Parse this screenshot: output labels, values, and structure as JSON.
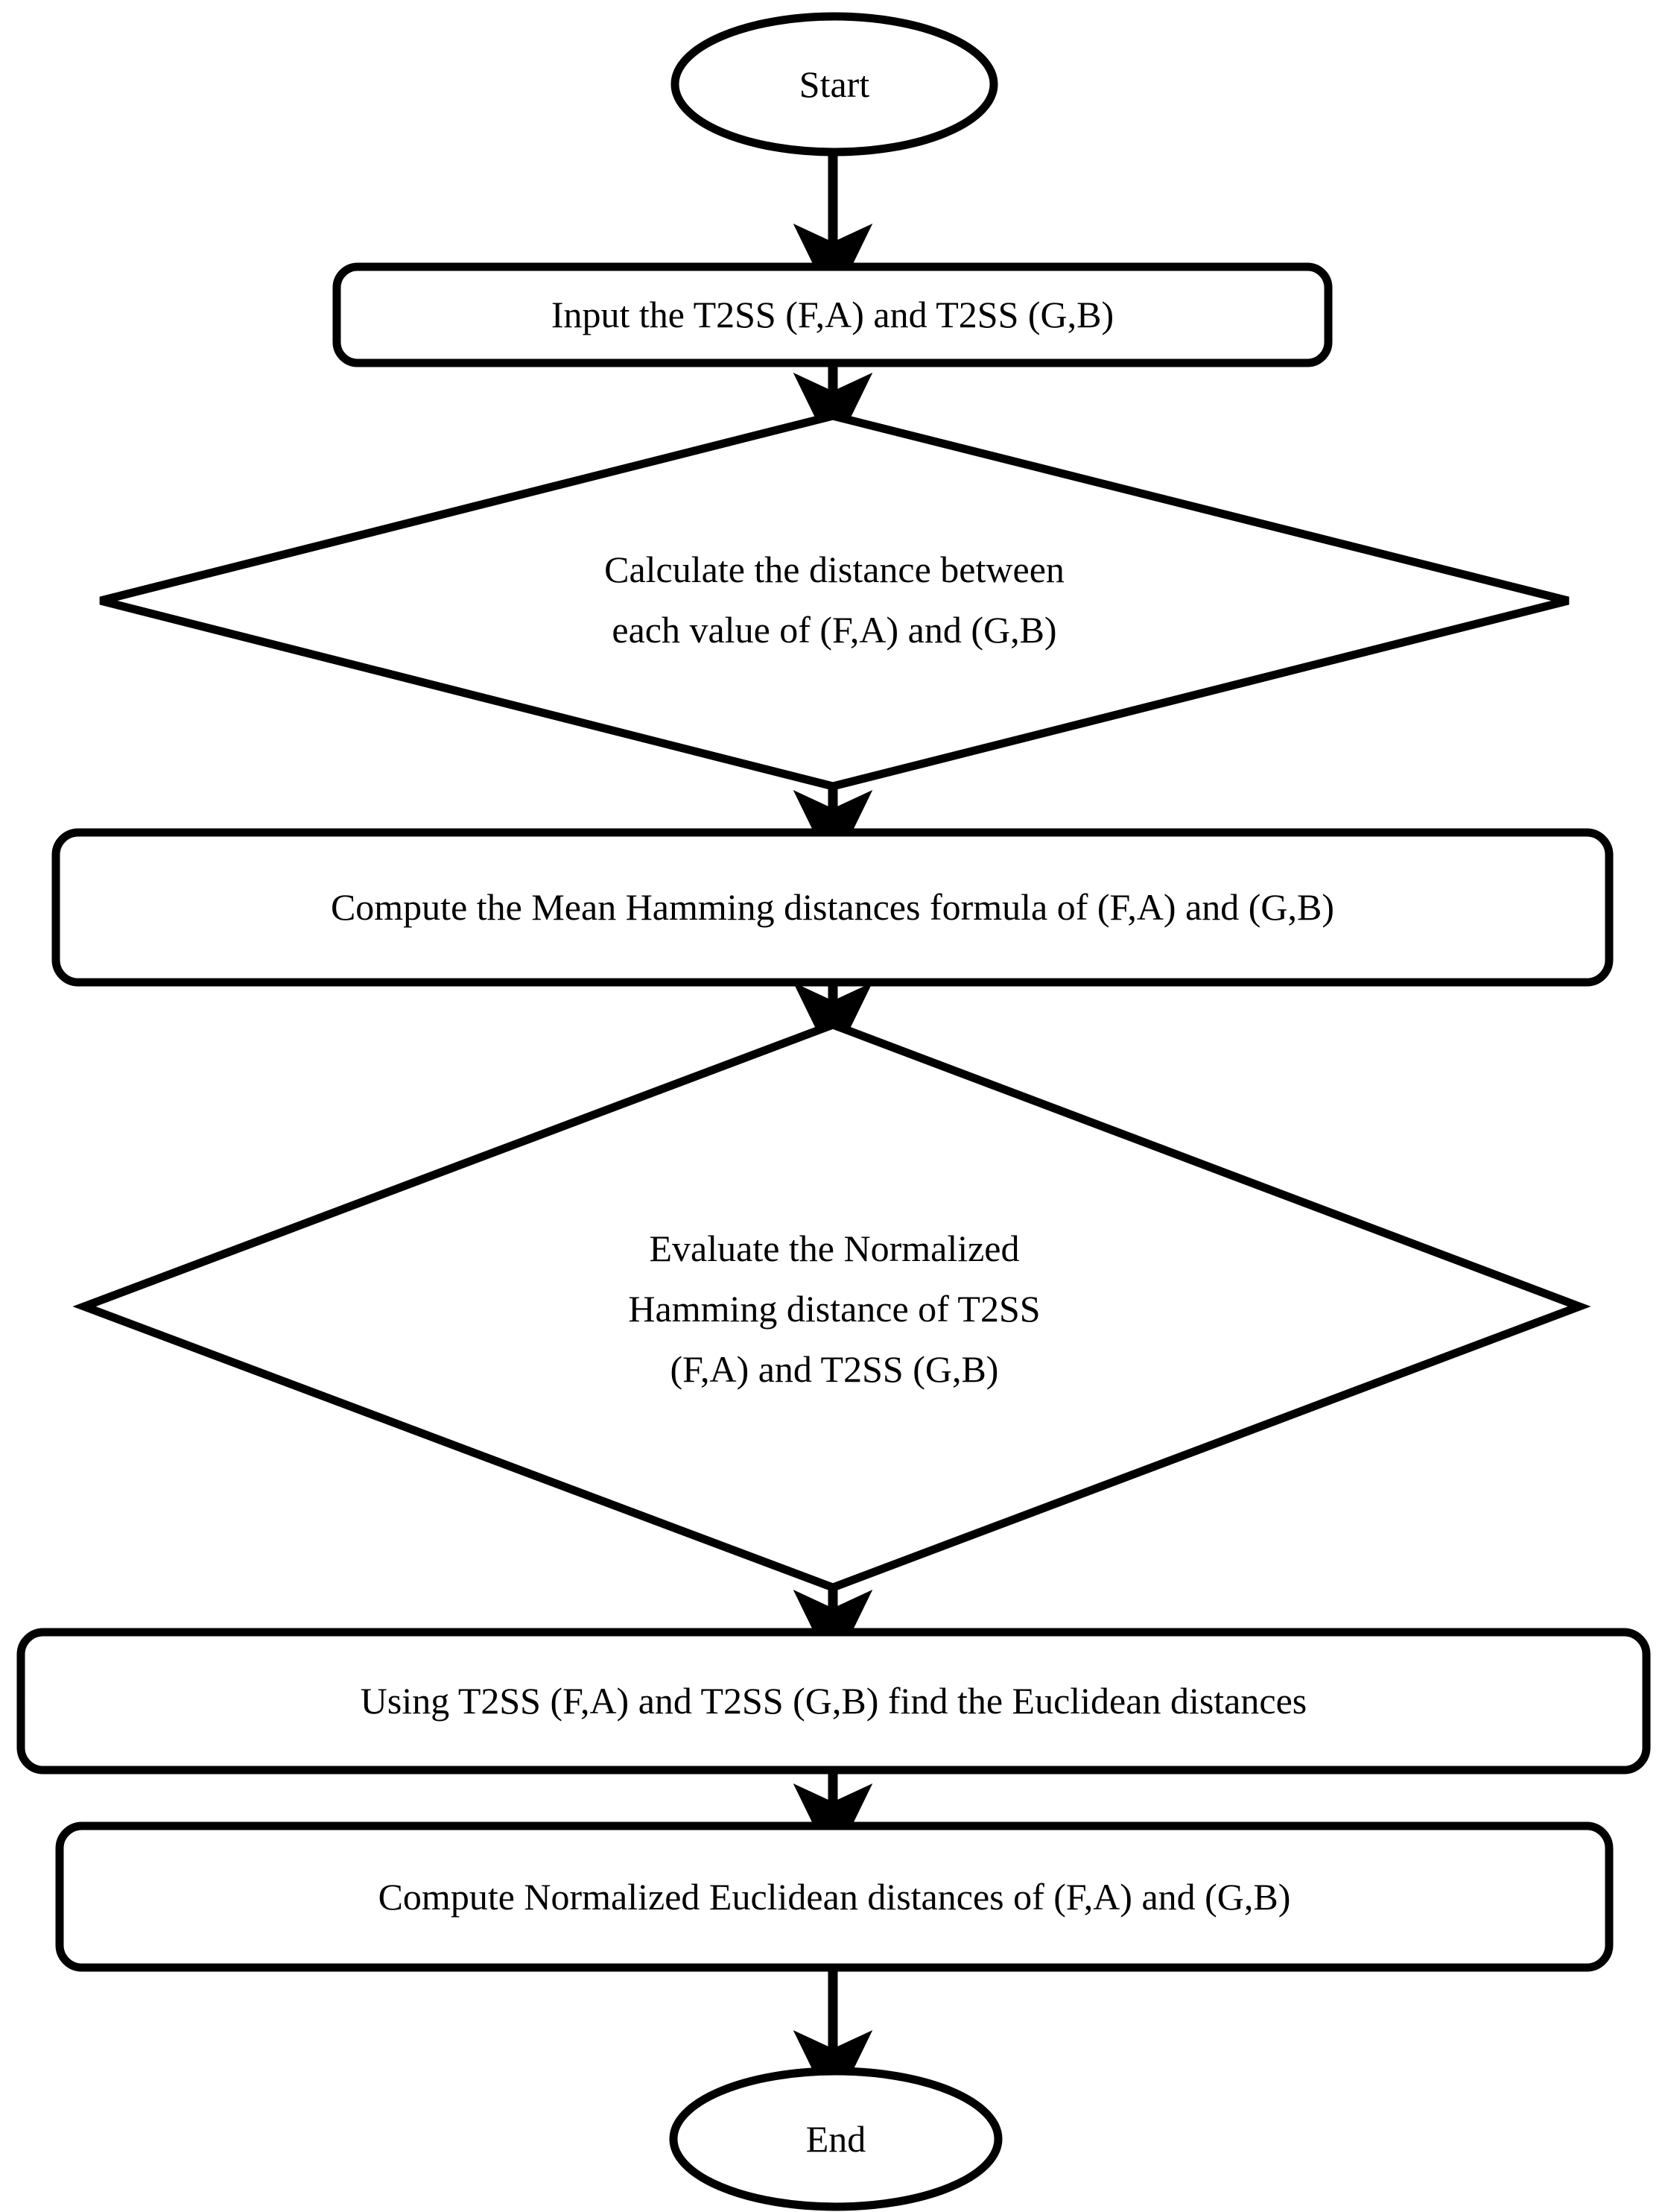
{
  "diagram": {
    "type": "flowchart",
    "title": "",
    "orientation": "top-to-bottom",
    "background_color": "#ffffff",
    "stroke_color": "#000000",
    "text_color": "#000000",
    "fill_color": "#ffffff"
  },
  "nodes": {
    "start": {
      "shape": "ellipse",
      "label": "Start",
      "lines": [
        "Start"
      ]
    },
    "input_t2ss": {
      "shape": "rounded-rectangle",
      "label": "Input the T2SS (F,A) and T2SS (G,B)",
      "lines": [
        "Input the T2SS (F,A) and T2SS (G,B)"
      ]
    },
    "calculate_distance": {
      "shape": "diamond",
      "label": "Calculate the distance between each value of (F,A) and (G,B)",
      "lines": [
        "Calculate the distance between",
        "each value of (F,A) and (G,B)"
      ]
    },
    "compute_mean_hamming": {
      "shape": "rounded-rectangle",
      "label": "Compute the Mean Hamming distances formula of (F,A) and (G,B)",
      "lines": [
        "Compute the Mean Hamming distances formula of (F,A) and (G,B)"
      ]
    },
    "evaluate_normalized_hamming": {
      "shape": "diamond",
      "label": "Evaluate the Normalized Hamming distance of T2SS (F,A) and T2SS (G,B)",
      "lines": [
        "Evaluate the Normalized",
        "Hamming distance of T2SS",
        "(F,A) and T2SS (G,B)"
      ]
    },
    "find_euclidean": {
      "shape": "rounded-rectangle",
      "label": "Using T2SS (F,A) and T2SS (G,B) find the Euclidean distances",
      "lines": [
        "Using T2SS (F,A) and T2SS (G,B) find the Euclidean distances"
      ]
    },
    "compute_normalized_euclidean": {
      "shape": "rounded-rectangle",
      "label": "Compute Normalized Euclidean distances of (F,A) and (G,B)",
      "lines": [
        "Compute Normalized Euclidean distances of (F,A) and (G,B)"
      ]
    },
    "end": {
      "shape": "ellipse",
      "label": "End",
      "lines": [
        "End"
      ]
    }
  },
  "edges": [
    {
      "from": "start",
      "to": "input_t2ss",
      "label": ""
    },
    {
      "from": "input_t2ss",
      "to": "calculate_distance",
      "label": ""
    },
    {
      "from": "calculate_distance",
      "to": "compute_mean_hamming",
      "label": ""
    },
    {
      "from": "compute_mean_hamming",
      "to": "evaluate_normalized_hamming",
      "label": ""
    },
    {
      "from": "evaluate_normalized_hamming",
      "to": "find_euclidean",
      "label": ""
    },
    {
      "from": "find_euclidean",
      "to": "compute_normalized_euclidean",
      "label": ""
    },
    {
      "from": "compute_normalized_euclidean",
      "to": "end",
      "label": ""
    }
  ]
}
